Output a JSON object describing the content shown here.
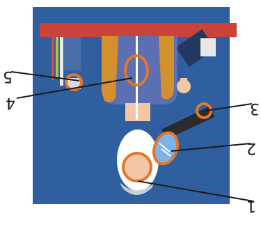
{
  "callouts": [
    {
      "id": "1",
      "label": "1"
    },
    {
      "id": "2",
      "label": "2"
    },
    {
      "id": "3",
      "label": "3"
    },
    {
      "id": "4",
      "label": "4"
    },
    {
      "id": "5",
      "label": "5"
    }
  ],
  "colors": {
    "background": "#2f5f9f",
    "top_bar": "#c9433a",
    "highlight_ring": "#e2772b",
    "leader_line": "#1a1a1a",
    "shirt": "#5b6fb3",
    "pants": "#d4902c",
    "skin": "#f3c6a5",
    "sleeve": "#2b2b2b"
  },
  "orientation": "upside-down"
}
